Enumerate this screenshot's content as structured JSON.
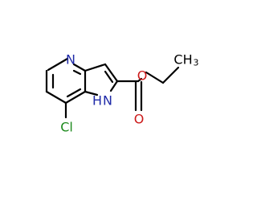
{
  "molecule": {
    "atom_labels": {
      "pyridine_n": "N",
      "pyrrole_nh": "H",
      "pyrrole_n": "N",
      "chlorine": "Cl",
      "ester_o": "O",
      "carbonyl_o": "O",
      "methyl": "CH",
      "methyl_sub": "3"
    },
    "colors": {
      "bond": "#000000",
      "nitrogen": "#1f2aa8",
      "oxygen": "#cc1a1a",
      "chlorine": "#1d8a1d",
      "carbon": "#000000"
    }
  }
}
